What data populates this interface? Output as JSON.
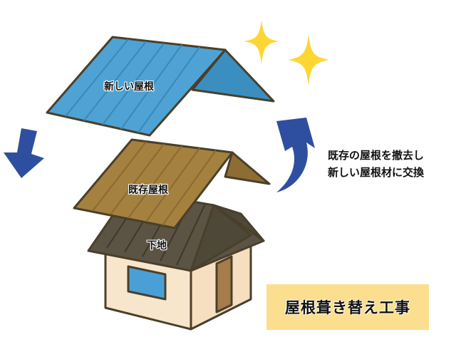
{
  "labels": {
    "new_roof": "新しい屋根",
    "existing_roof": "既存屋根",
    "substrate": "下地"
  },
  "caption": {
    "line1": "既存の屋根を撤去し",
    "line2": "新しい屋根材に交換"
  },
  "title": "屋根葺き替え工事",
  "icons": {
    "down_arrow": "arrow-down-left-icon",
    "up_arrow": "curved-arrow-up-icon",
    "sparkles": "sparkle-icon"
  },
  "colors": {
    "new_roof": "#4ea3d4",
    "new_roof_side": "#3a8fc0",
    "existing_roof": "#a5813f",
    "substrate_roof": "#5b5445",
    "wall": "#f8e6cc",
    "window": "#4a9fd6",
    "door": "#a67c4a",
    "outline": "#4a3f2a",
    "arrow": "#2e4fa0",
    "sparkle": "#fdd633",
    "title_bg": "#fbde8e"
  }
}
